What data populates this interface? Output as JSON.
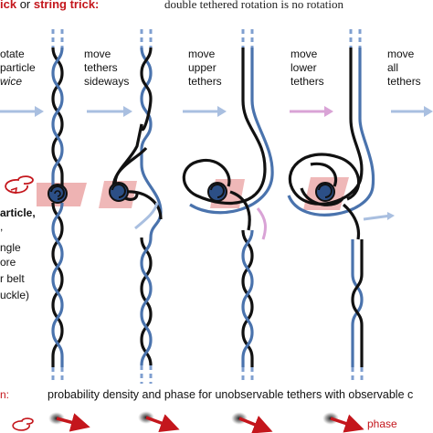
{
  "header": {
    "left_prefix": "ick",
    "left_or": " or ",
    "left_strong": "string trick:",
    "right": "double tethered rotation is no rotation"
  },
  "left_column": {
    "line1": "otate",
    "line2": "particle",
    "line3": "wice",
    "line4": "article,",
    "line5": ",",
    "line6": "ngle",
    "line7": "ore",
    "line8": "r belt",
    "line9": "uckle)"
  },
  "steps": [
    {
      "lines": [
        "move",
        "tethers",
        "sideways"
      ]
    },
    {
      "lines": [
        "move",
        "upper",
        "tethers"
      ]
    },
    {
      "lines": [
        "move",
        "lower",
        "tethers"
      ]
    },
    {
      "lines": [
        "move",
        "all",
        "tethers"
      ]
    }
  ],
  "footer": {
    "left": "n:",
    "main": "probability density and phase for unobservable tethers with observable c",
    "phase_label": "phase"
  },
  "colors": {
    "blue_tether": "#4a73ad",
    "black_tether": "#111111",
    "red": "#c4161c",
    "arrow_blue": "#a9bfe0",
    "arrow_pink": "#d9a3d6",
    "pink_band": "#e89a9a",
    "dashed_blue": "#7f9fd0"
  }
}
